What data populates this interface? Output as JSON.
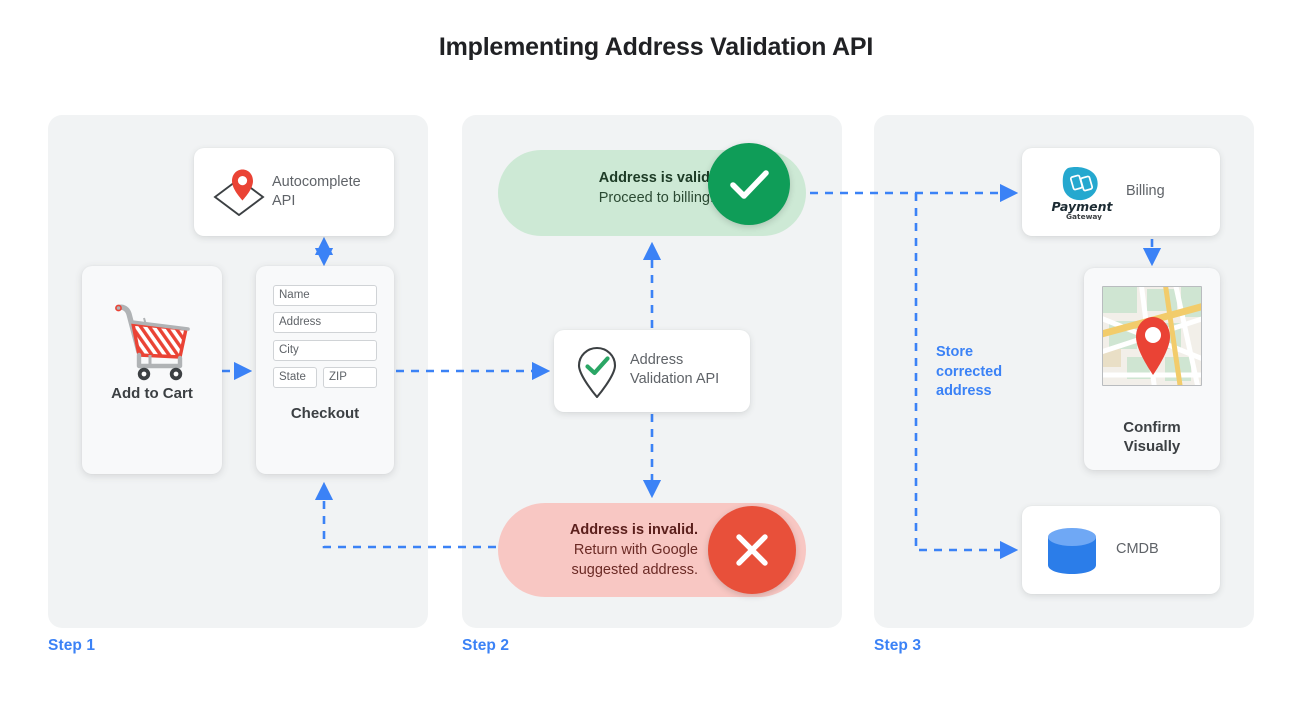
{
  "page": {
    "title": "Implementing Address Validation API",
    "accent_blue": "#3b82f6",
    "panel_bg": "#f1f3f4",
    "valid_green": "#0f9d58",
    "invalid_red": "#e8503a",
    "valid_pill_bg": "#cde9d5",
    "invalid_pill_bg": "#f8c7c3"
  },
  "steps": [
    {
      "label": "Step 1"
    },
    {
      "label": "Step 2"
    },
    {
      "label": "Step 3"
    }
  ],
  "step1": {
    "autocomplete_card": {
      "title": "Autocomplete API",
      "icon": "map-pin-diamond-icon"
    },
    "cart_card": {
      "label": "Add to Cart",
      "icon": "shopping-cart-icon"
    },
    "checkout_card": {
      "label": "Checkout",
      "fields": [
        {
          "name": "name-field",
          "placeholder": "Name"
        },
        {
          "name": "address-field",
          "placeholder": "Address"
        },
        {
          "name": "city-field",
          "placeholder": "City"
        },
        {
          "name": "state-field",
          "placeholder": "State"
        },
        {
          "name": "zip-field",
          "placeholder": "ZIP"
        }
      ]
    }
  },
  "step2": {
    "valid_pill": {
      "strong": "Address is valid.",
      "sub": "Proceed to billing.",
      "badge_icon": "check-circle-icon"
    },
    "invalid_pill": {
      "strong": "Address is invalid.",
      "sub_line1": "Return with Google",
      "sub_line2": "suggested address.",
      "badge_icon": "x-circle-icon"
    },
    "validation_card": {
      "line1": "Address",
      "line2": "Validation API",
      "icon": "map-pin-check-icon"
    }
  },
  "step3": {
    "billing_card": {
      "label": "Billing",
      "logo_name": "Payment",
      "logo_sub": "Gateway",
      "icon": "payment-gateway-logo"
    },
    "confirm_card": {
      "line1": "Confirm",
      "line2": "Visually",
      "icon": "map-thumbnail-icon"
    },
    "cmdb_card": {
      "label": "CMDB",
      "icon": "database-cylinder-icon"
    },
    "store_label_line1": "Store",
    "store_label_line2": "corrected",
    "store_label_line3": "address"
  }
}
